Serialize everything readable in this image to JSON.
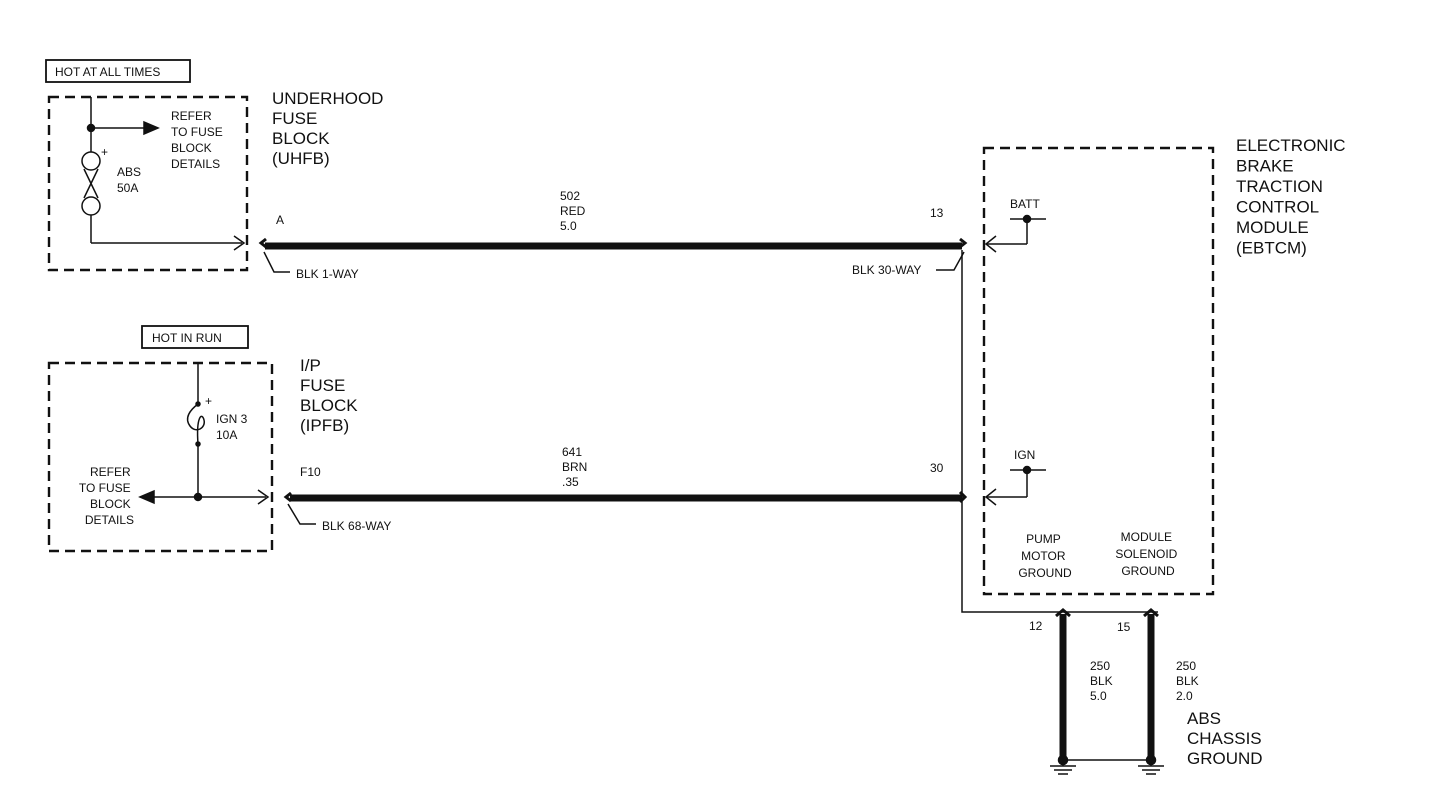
{
  "colors": {
    "ink": "#111111",
    "background": "#ffffff"
  },
  "uhfb": {
    "power_tag": "HOT AT ALL TIMES",
    "name_lines": [
      "UNDERHOOD",
      "FUSE",
      "BLOCK",
      "(UHFB)"
    ],
    "refer_lines": [
      "REFER",
      "TO FUSE",
      "BLOCK",
      "DETAILS"
    ],
    "fuse_lines": [
      "ABS",
      "50A"
    ],
    "fuse_polarity": "+",
    "terminal": "A",
    "connector": "BLK 1-WAY"
  },
  "ipfb": {
    "power_tag": "HOT IN RUN",
    "name_lines": [
      "I/P",
      "FUSE",
      "BLOCK",
      "(IPFB)"
    ],
    "refer_lines": [
      "REFER",
      "TO FUSE",
      "BLOCK",
      "DETAILS"
    ],
    "fuse_lines": [
      "IGN 3",
      "10A"
    ],
    "fuse_polarity": "+",
    "terminal": "F10",
    "connector": "BLK 68-WAY"
  },
  "wire_batt": {
    "lines": [
      "502",
      "RED",
      "5.0"
    ],
    "pin": "13",
    "connector": "BLK 30-WAY"
  },
  "wire_ign": {
    "lines": [
      "641",
      "BRN",
      ".35"
    ],
    "pin": "30"
  },
  "ebtcm": {
    "name_lines": [
      "ELECTRONIC",
      "BRAKE",
      "TRACTION",
      "CONTROL",
      "MODULE",
      "(EBTCM)"
    ],
    "batt_label": "BATT",
    "ign_label": "IGN",
    "pump_lines": [
      "PUMP",
      "MOTOR",
      "GROUND"
    ],
    "solenoid_lines": [
      "MODULE",
      "SOLENOID",
      "GROUND"
    ]
  },
  "ground_wires": [
    {
      "pin": "12",
      "lines": [
        "250",
        "BLK",
        "5.0"
      ]
    },
    {
      "pin": "15",
      "lines": [
        "250",
        "BLK",
        "2.0"
      ]
    }
  ],
  "chassis_ground": {
    "lines": [
      "ABS",
      "CHASSIS",
      "GROUND"
    ]
  }
}
